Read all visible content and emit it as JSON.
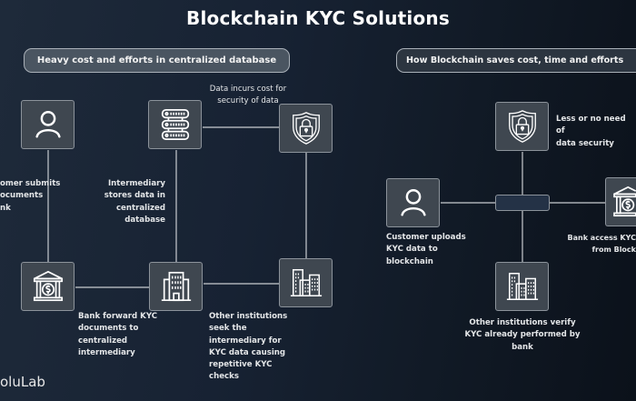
{
  "title": "Blockchain KYC Solutions",
  "left_panel": {
    "heading": "Heavy cost and efforts in centralized database",
    "nodes": [
      {
        "id": "customer",
        "icon": "user-icon"
      },
      {
        "id": "database",
        "icon": "server-icon"
      },
      {
        "id": "security",
        "icon": "shield-lock-icon"
      },
      {
        "id": "bank",
        "icon": "bank-icon"
      },
      {
        "id": "intermediary",
        "icon": "office-building-icon"
      },
      {
        "id": "institutions",
        "icon": "city-buildings-icon"
      }
    ],
    "captions": {
      "customer": [
        "omer submits",
        "ocuments",
        "nk"
      ],
      "database": [
        "Intermediary",
        "stores data in",
        "centralized",
        "database"
      ],
      "security": [
        "Data incurs cost for",
        "security of data"
      ],
      "bank": [
        "Bank forward KYC",
        "documents to",
        "centralized",
        "intermediary"
      ],
      "institutions": [
        "Other institutions",
        "seek the",
        "intermediary for",
        "KYC data causing",
        "repetitive KYC",
        "checks"
      ]
    }
  },
  "right_panel": {
    "heading": "How Blockchain saves cost, time and efforts",
    "nodes": [
      {
        "id": "security",
        "icon": "shield-lock-icon"
      },
      {
        "id": "customer",
        "icon": "user-icon"
      },
      {
        "id": "blockchain",
        "icon": "blockchain-hub"
      },
      {
        "id": "bank",
        "icon": "bank-icon"
      },
      {
        "id": "institutions",
        "icon": "city-buildings-icon"
      }
    ],
    "captions": {
      "security": [
        "Less or no need of",
        "data security"
      ],
      "customer": [
        "Customer uploads",
        "KYC data to",
        "blockchain"
      ],
      "bank": [
        "Bank access KYC",
        "from Block"
      ],
      "institutions": [
        "Other institutions verify",
        "KYC already performed by",
        "bank"
      ]
    }
  },
  "brand": "oluLab",
  "colors": {
    "background": "#172233",
    "node_fill": "#3f4750",
    "line": "#c8ccd0",
    "hub_fill": "#243246"
  }
}
